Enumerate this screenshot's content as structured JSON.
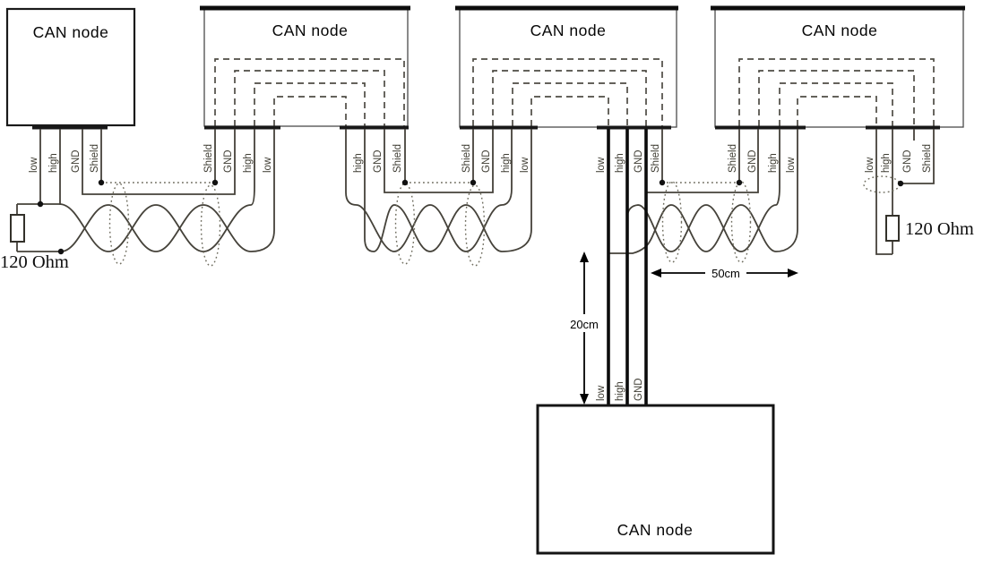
{
  "nodes": [
    {
      "label": "CAN node",
      "pins": {
        "bottom": [
          "low",
          "high",
          "GND",
          "Shield"
        ]
      }
    },
    {
      "label": "CAN node",
      "pins": {
        "left": [
          "Shield",
          "GND",
          "high",
          "low"
        ],
        "right": [
          "high",
          "GND",
          "Shield"
        ]
      }
    },
    {
      "label": "CAN node",
      "pins": {
        "left": [
          "Shield",
          "GND",
          "high",
          "low"
        ],
        "right": [
          "low",
          "high",
          "GND",
          "Shield"
        ]
      }
    },
    {
      "label": "CAN node",
      "pins": {
        "left": [
          "Shield",
          "GND",
          "high",
          "low"
        ],
        "right": [
          "low",
          "high",
          "GND",
          "Shield"
        ]
      }
    },
    {
      "label": "CAN node",
      "pins": {
        "top": [
          "low",
          "high",
          "GND"
        ]
      }
    }
  ],
  "terminators": [
    {
      "position": "left",
      "label": "120 Ohm"
    },
    {
      "position": "right",
      "label": "120 Ohm"
    }
  ],
  "measurements": {
    "stub_length": "20cm",
    "bus_tap_distance": "50cm"
  },
  "colors": {
    "wire": "#45423a",
    "node_border": "#1a1a1a",
    "dashed_internal": "#4f4c44",
    "shield_dotted": "#6e6c5e",
    "text": "#0d0d0d"
  }
}
